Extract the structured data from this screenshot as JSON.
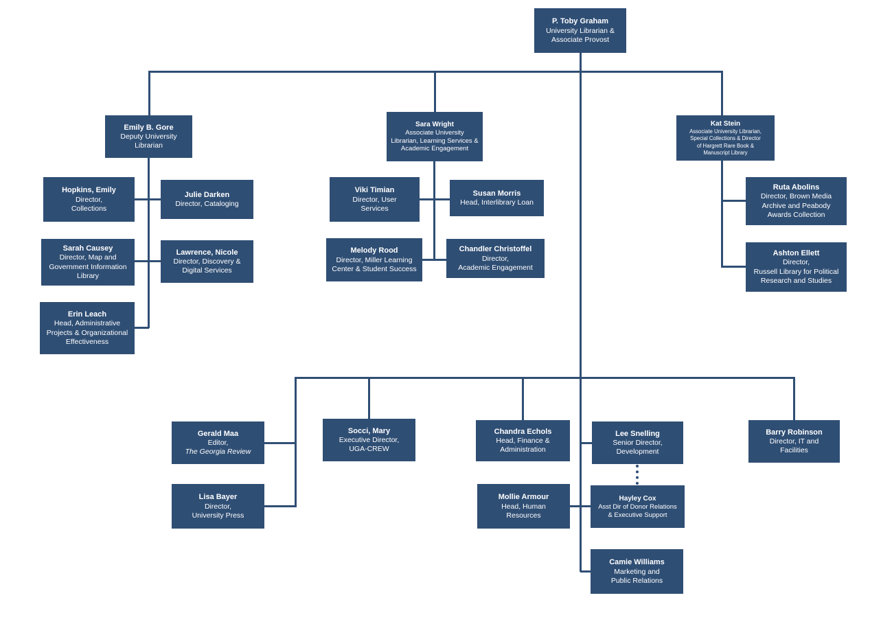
{
  "colors": {
    "box_fill": "#2f4e74",
    "box_text": "#ffffff",
    "line": "#2f4e74"
  },
  "nodes": {
    "graham": {
      "name": "P. Toby Graham",
      "title": "University Librarian &\nAssociate Provost"
    },
    "gore": {
      "name": "Emily B. Gore",
      "title": "Deputy University\nLibrarian"
    },
    "wright": {
      "name": "Sara Wright",
      "title": "Associate University\nLibrarian, Learning Services &\nAcademic Engagement"
    },
    "stein": {
      "name": "Kat Stein",
      "title": "Associate University Librarian,\nSpecial Collections & Director\nof Hargrett Rare Book &\nManuscript Library"
    },
    "hopkins": {
      "name": "Hopkins, Emily",
      "title": "Director,\nCollections"
    },
    "darken": {
      "name": "Julie Darken",
      "title": "Director, Cataloging"
    },
    "causey": {
      "name": "Sarah Causey",
      "title": "Director, Map and\nGovernment Information\nLibrary"
    },
    "lawrence": {
      "name": "Lawrence, Nicole",
      "title": "Director, Discovery &\nDigital Services"
    },
    "leach": {
      "name": "Erin Leach",
      "title": "Head, Administrative\nProjects & Organizational\nEffectiveness"
    },
    "timian": {
      "name": "Viki Timian",
      "title": "Director, User\nServices"
    },
    "morris": {
      "name": "Susan Morris",
      "title": "Head, Interlibrary Loan"
    },
    "rood": {
      "name": "Melody Rood",
      "title": "Director, Miller Learning\nCenter & Student Success"
    },
    "christoffel": {
      "name": "Chandler Christoffel",
      "title": "Director,\nAcademic Engagement"
    },
    "abolins": {
      "name": "Ruta Abolins",
      "title": "Director, Brown Media\nArchive and Peabody\nAwards Collection"
    },
    "ellett": {
      "name": "Ashton Ellett",
      "title": "Director,\nRussell Library for Political\nResearch and Studies"
    },
    "maa": {
      "name": "Gerald Maa",
      "title": "Editor,",
      "title_italic": "The Georgia Review"
    },
    "bayer": {
      "name": "Lisa Bayer",
      "title": "Director,\nUniversity Press"
    },
    "socci": {
      "name": "Socci, Mary",
      "title": "Executive Director,\nUGA-CREW"
    },
    "echols": {
      "name": "Chandra Echols",
      "title": "Head, Finance &\nAdministration"
    },
    "snelling": {
      "name": "Lee Snelling",
      "title": "Senior Director,\nDevelopment"
    },
    "robinson": {
      "name": "Barry Robinson",
      "title": "Director, IT and\nFacilities"
    },
    "armour": {
      "name": "Mollie Armour",
      "title": "Head, Human\nResources"
    },
    "cox": {
      "name": "Hayley Cox",
      "title": "Asst Dir of Donor Relations\n& Executive Support"
    },
    "williams": {
      "name": "Camie Williams",
      "title": "Marketing and\nPublic Relations"
    }
  }
}
